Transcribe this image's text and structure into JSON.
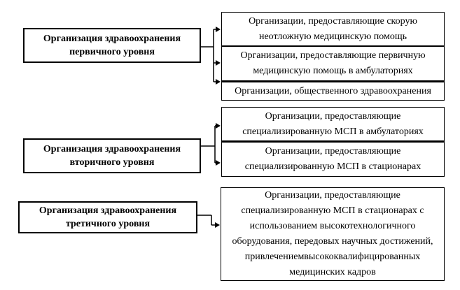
{
  "page": {
    "background_color": "#ffffff",
    "line_color": "#000000"
  },
  "diagram": {
    "rows": [
      {
        "source": {
          "lines": [
            "Организация здравоохранения",
            "первичного уровня"
          ]
        },
        "targets": [
          {
            "lines": [
              "Организации, предоставляющие скорую",
              "неотложную медицинскую помощь"
            ]
          },
          {
            "lines": [
              "Организации, предоставляющие первичную",
              "медицинскую помощь в амбулаториях"
            ]
          },
          {
            "lines": [
              "Организации, общественного здравоохранения"
            ]
          }
        ]
      },
      {
        "source": {
          "lines": [
            "Организация здравоохранения",
            "вторичного уровня"
          ]
        },
        "targets": [
          {
            "lines": [
              "Организации, предоставляющие",
              "специализированную МСП в амбулаториях"
            ]
          },
          {
            "lines": [
              "Организации, предоставляющие",
              "специализированную МСП в стационарах"
            ]
          }
        ]
      },
      {
        "source": {
          "lines": [
            "Организация здравоохранения",
            "третичного уровня"
          ]
        },
        "targets": [
          {
            "lines": [
              "Организации, предоставляющие",
              "специализированную МСП в стационарах с",
              "использованием высокотехнологичного",
              "оборудования, передовых научных достижений,",
              "привлечениемвысококвалифицированных",
              "медицинских кадров"
            ]
          }
        ]
      }
    ]
  }
}
